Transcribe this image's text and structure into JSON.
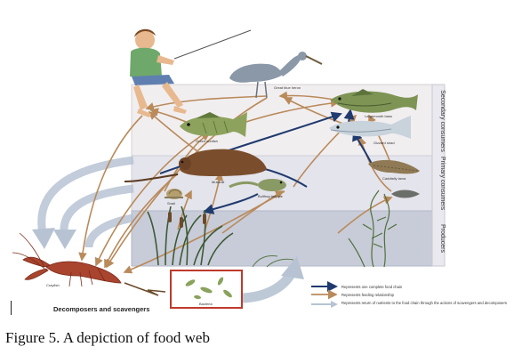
{
  "figure": {
    "bands": {
      "secondary": "Secondary consumers",
      "primary": "Primary consumers",
      "producers": "Producers"
    },
    "bottom_label": "Decomposers and scavengers",
    "organisms": {
      "heron": "Great blue heron",
      "bass": "Largemouth bass",
      "sunfish": "Green sunfish",
      "shad": "Gizzard shad",
      "muskrat": "Muskrat",
      "snail": "Snail",
      "tadpole": "Bullfrog tadpole",
      "larva": "Caddisfly larva",
      "crayfish": "Crayfish",
      "bacteria": "Bacteria"
    },
    "legend": {
      "item1": "Represents one complete food chain",
      "item2": "Represents feeding relationship",
      "item3": "Represents return of nutrients to the food chain through the actions of scavengers and decomposers"
    },
    "colors": {
      "secondary_band": "#f1eef0",
      "primary_band": "#e4e4ec",
      "producer_band": "#c8ccd9",
      "feeding_arrow": "#b98a5a",
      "chain_arrow": "#1f3a6e",
      "nutrient_arrow": "#b7c3d3",
      "highlight_box": "#c0392b"
    }
  },
  "caption": "Figure 5. A depiction of food web"
}
